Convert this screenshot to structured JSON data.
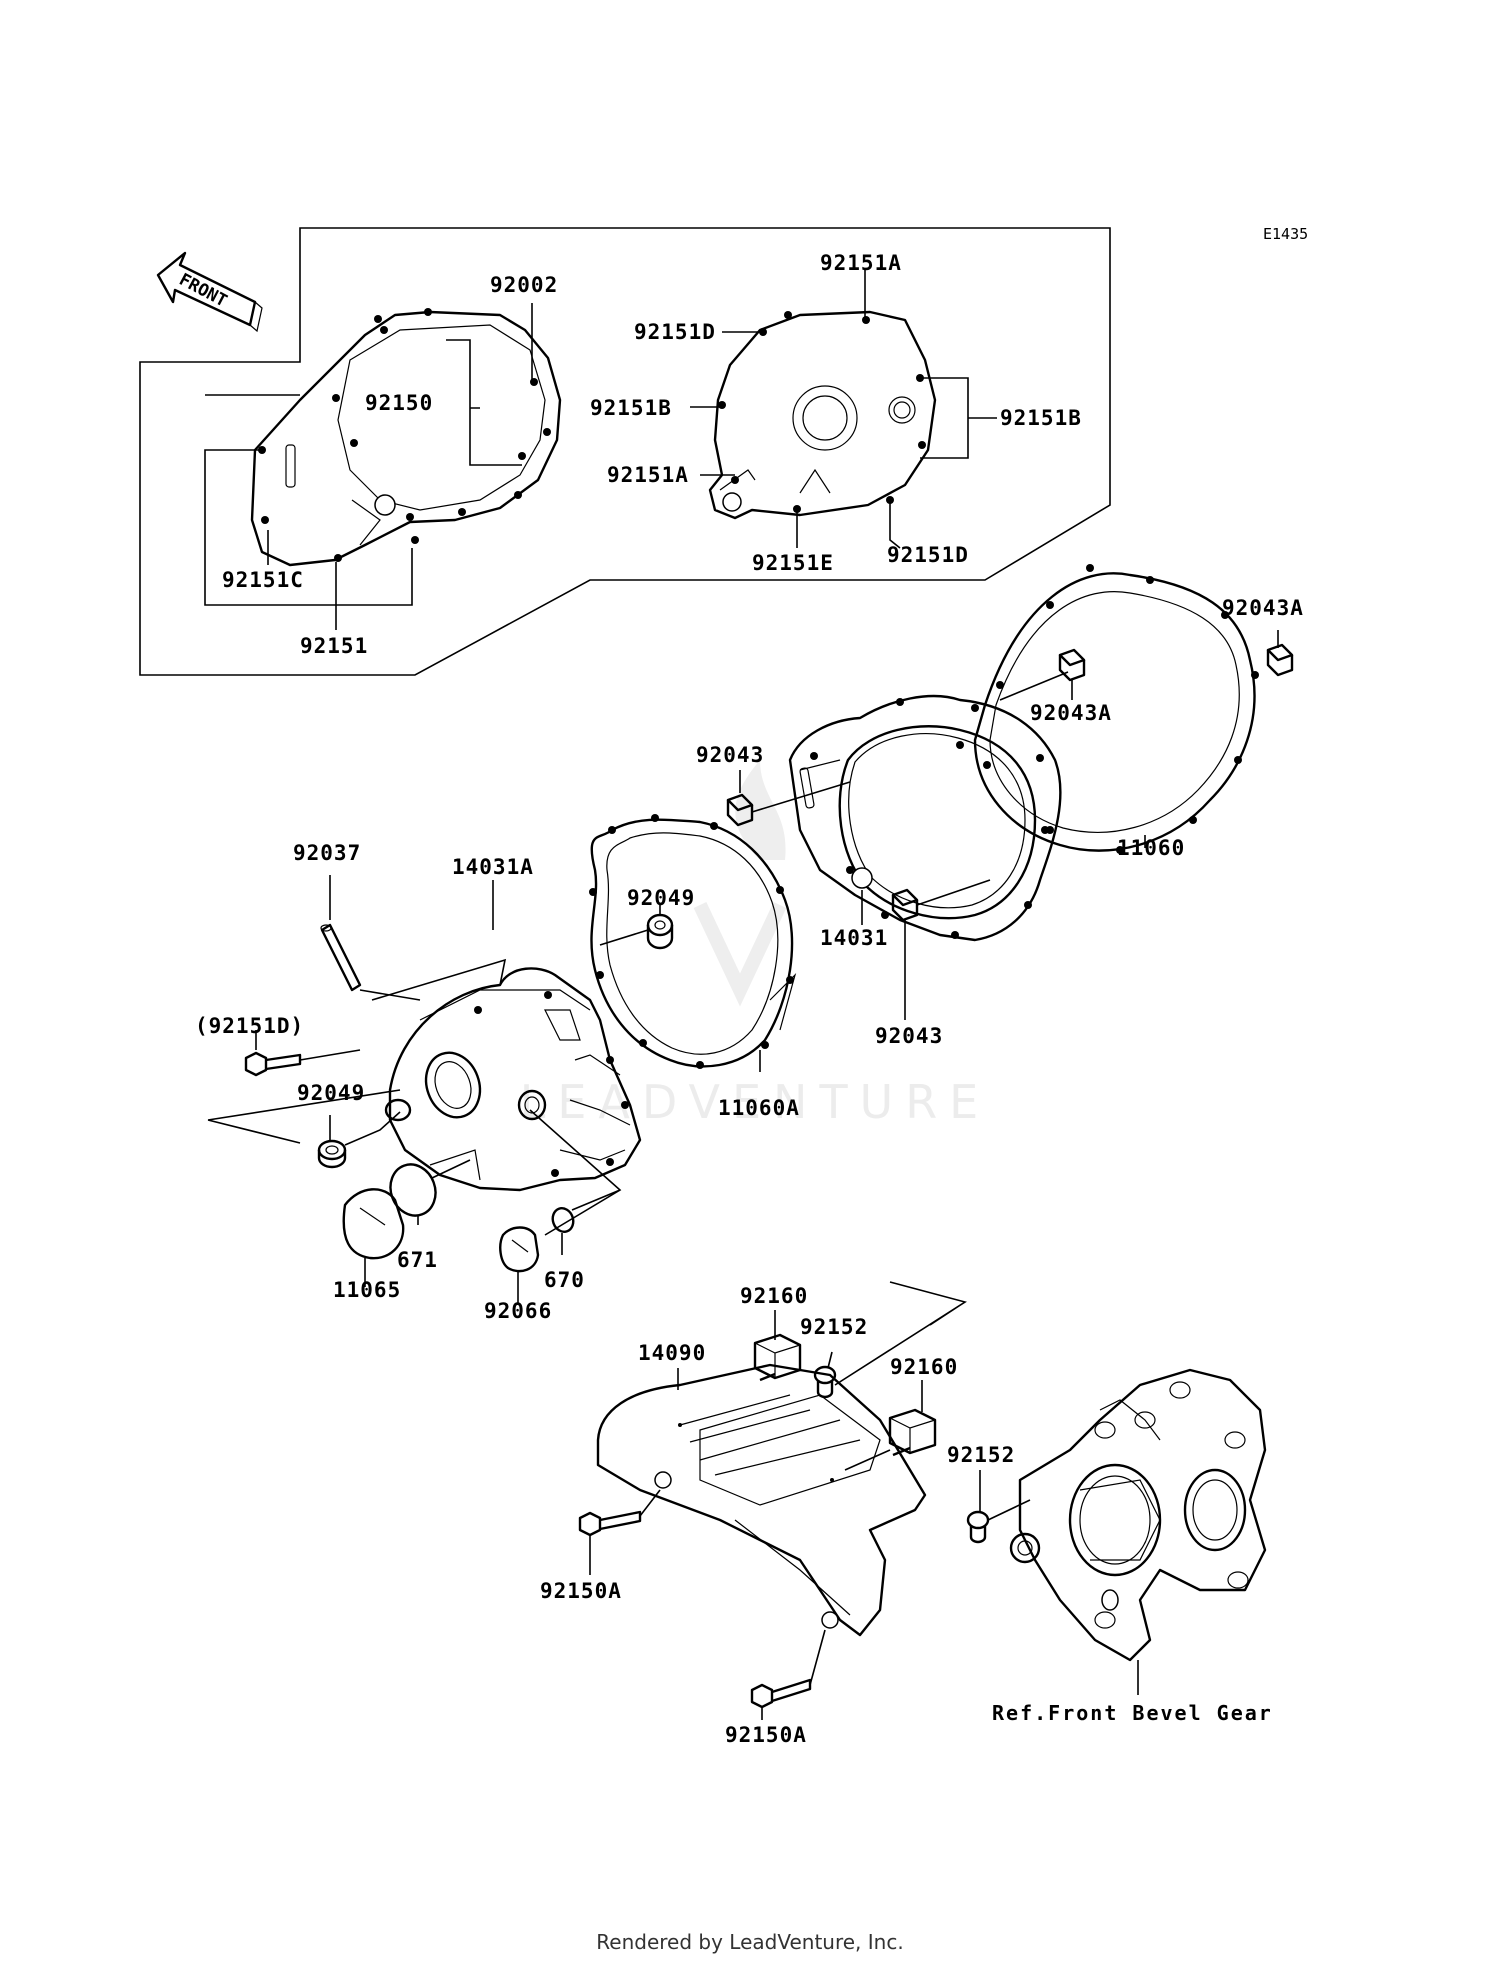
{
  "diagram": {
    "code": "E1435",
    "front_arrow": "FRONT",
    "reference": "Ref.Front Bevel Gear",
    "watermark": "LEADVENTURE",
    "footer": "Rendered by LeadVenture, Inc.",
    "parts": [
      {
        "id": "p92002",
        "label": "92002"
      },
      {
        "id": "p92150",
        "label": "92150"
      },
      {
        "id": "p92151C",
        "label": "92151C"
      },
      {
        "id": "p92151",
        "label": "92151"
      },
      {
        "id": "p92151A_top",
        "label": "92151A"
      },
      {
        "id": "p92151D_top",
        "label": "92151D"
      },
      {
        "id": "p92151B_left",
        "label": "92151B"
      },
      {
        "id": "p92151B_right",
        "label": "92151B"
      },
      {
        "id": "p92151A_mid",
        "label": "92151A"
      },
      {
        "id": "p92151E",
        "label": "92151E"
      },
      {
        "id": "p92151D_bottom",
        "label": "92151D"
      },
      {
        "id": "p92043A_right",
        "label": "92043A"
      },
      {
        "id": "p92043A_center",
        "label": "92043A"
      },
      {
        "id": "p92043_top",
        "label": "92043"
      },
      {
        "id": "p11060",
        "label": "11060"
      },
      {
        "id": "p92037",
        "label": "92037"
      },
      {
        "id": "p14031A",
        "label": "14031A"
      },
      {
        "id": "p92049_gasket",
        "label": "92049"
      },
      {
        "id": "p14031",
        "label": "14031"
      },
      {
        "id": "p92043_bottom",
        "label": "92043"
      },
      {
        "id": "p92151D_paren",
        "label": "(92151D)"
      },
      {
        "id": "p92049_left",
        "label": "92049"
      },
      {
        "id": "p11060A",
        "label": "11060A"
      },
      {
        "id": "p671",
        "label": "671"
      },
      {
        "id": "p670",
        "label": "670"
      },
      {
        "id": "p11065",
        "label": "11065"
      },
      {
        "id": "p92066",
        "label": "92066"
      },
      {
        "id": "p92160_top",
        "label": "92160"
      },
      {
        "id": "p92152_top",
        "label": "92152"
      },
      {
        "id": "p14090",
        "label": "14090"
      },
      {
        "id": "p92160_right",
        "label": "92160"
      },
      {
        "id": "p92152_right",
        "label": "92152"
      },
      {
        "id": "p92150A_left",
        "label": "92150A"
      },
      {
        "id": "p92150A_bottom",
        "label": "92150A"
      }
    ]
  }
}
